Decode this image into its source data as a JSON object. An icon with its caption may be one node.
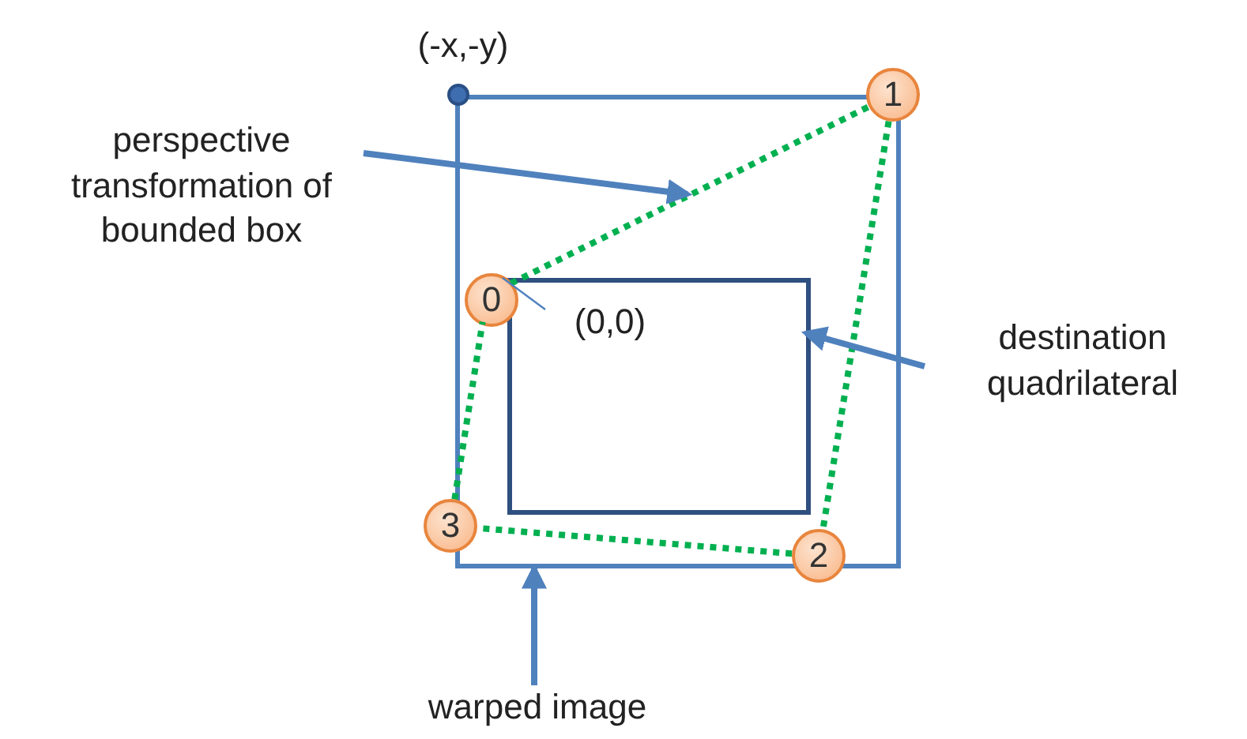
{
  "diagram": {
    "nodes": [
      {
        "text": [],
        "shape": "box"
      },
      {
        "text": [],
        "shape": "box",
        "in": 0
      },
      {
        "text": [],
        "shape": "circle",
        "beside": [
          "(-x,-y)"
        ]
      },
      {
        "text": [
          "1"
        ]
      },
      {
        "text": [
          "perspective transformation of bounded box"
        ]
      },
      {
        "text": [
          "0"
        ],
        "in": 0
      },
      {
        "text": [
          "(0,0)"
        ],
        "in": 1
      },
      {
        "text": [
          "destination quadrilateral"
        ]
      },
      {
        "text": [
          "3"
        ]
      },
      {
        "text": [
          "2"
        ]
      },
      {
        "text": [
          "warped image"
        ]
      }
    ],
    "edges": [
      {
        "from": 5,
        "to": 3,
        "arrow": "none",
        "style": "dashed",
        "color": "#00b050"
      },
      {
        "from": 3,
        "to": 9,
        "arrow": "none",
        "style": "dashed",
        "color": "#00b050"
      },
      {
        "from": 9,
        "to": 8,
        "arrow": "none",
        "style": "dashed",
        "color": "#00b050"
      },
      {
        "from": 8,
        "to": 5,
        "arrow": "none",
        "style": "dashed",
        "color": "#00b050"
      },
      {
        "from": 4,
        "to": null,
        "arrow": "to",
        "color": "#4f81bd"
      },
      {
        "from": 7,
        "to": 1,
        "arrow": "to",
        "color": "#4f81bd"
      },
      {
        "from": 10,
        "to": 0,
        "arrow": "to",
        "color": "#4f81bd"
      },
      {
        "from": 6,
        "to": 1,
        "arrow": "none",
        "color": "#4f81bd"
      }
    ]
  }
}
